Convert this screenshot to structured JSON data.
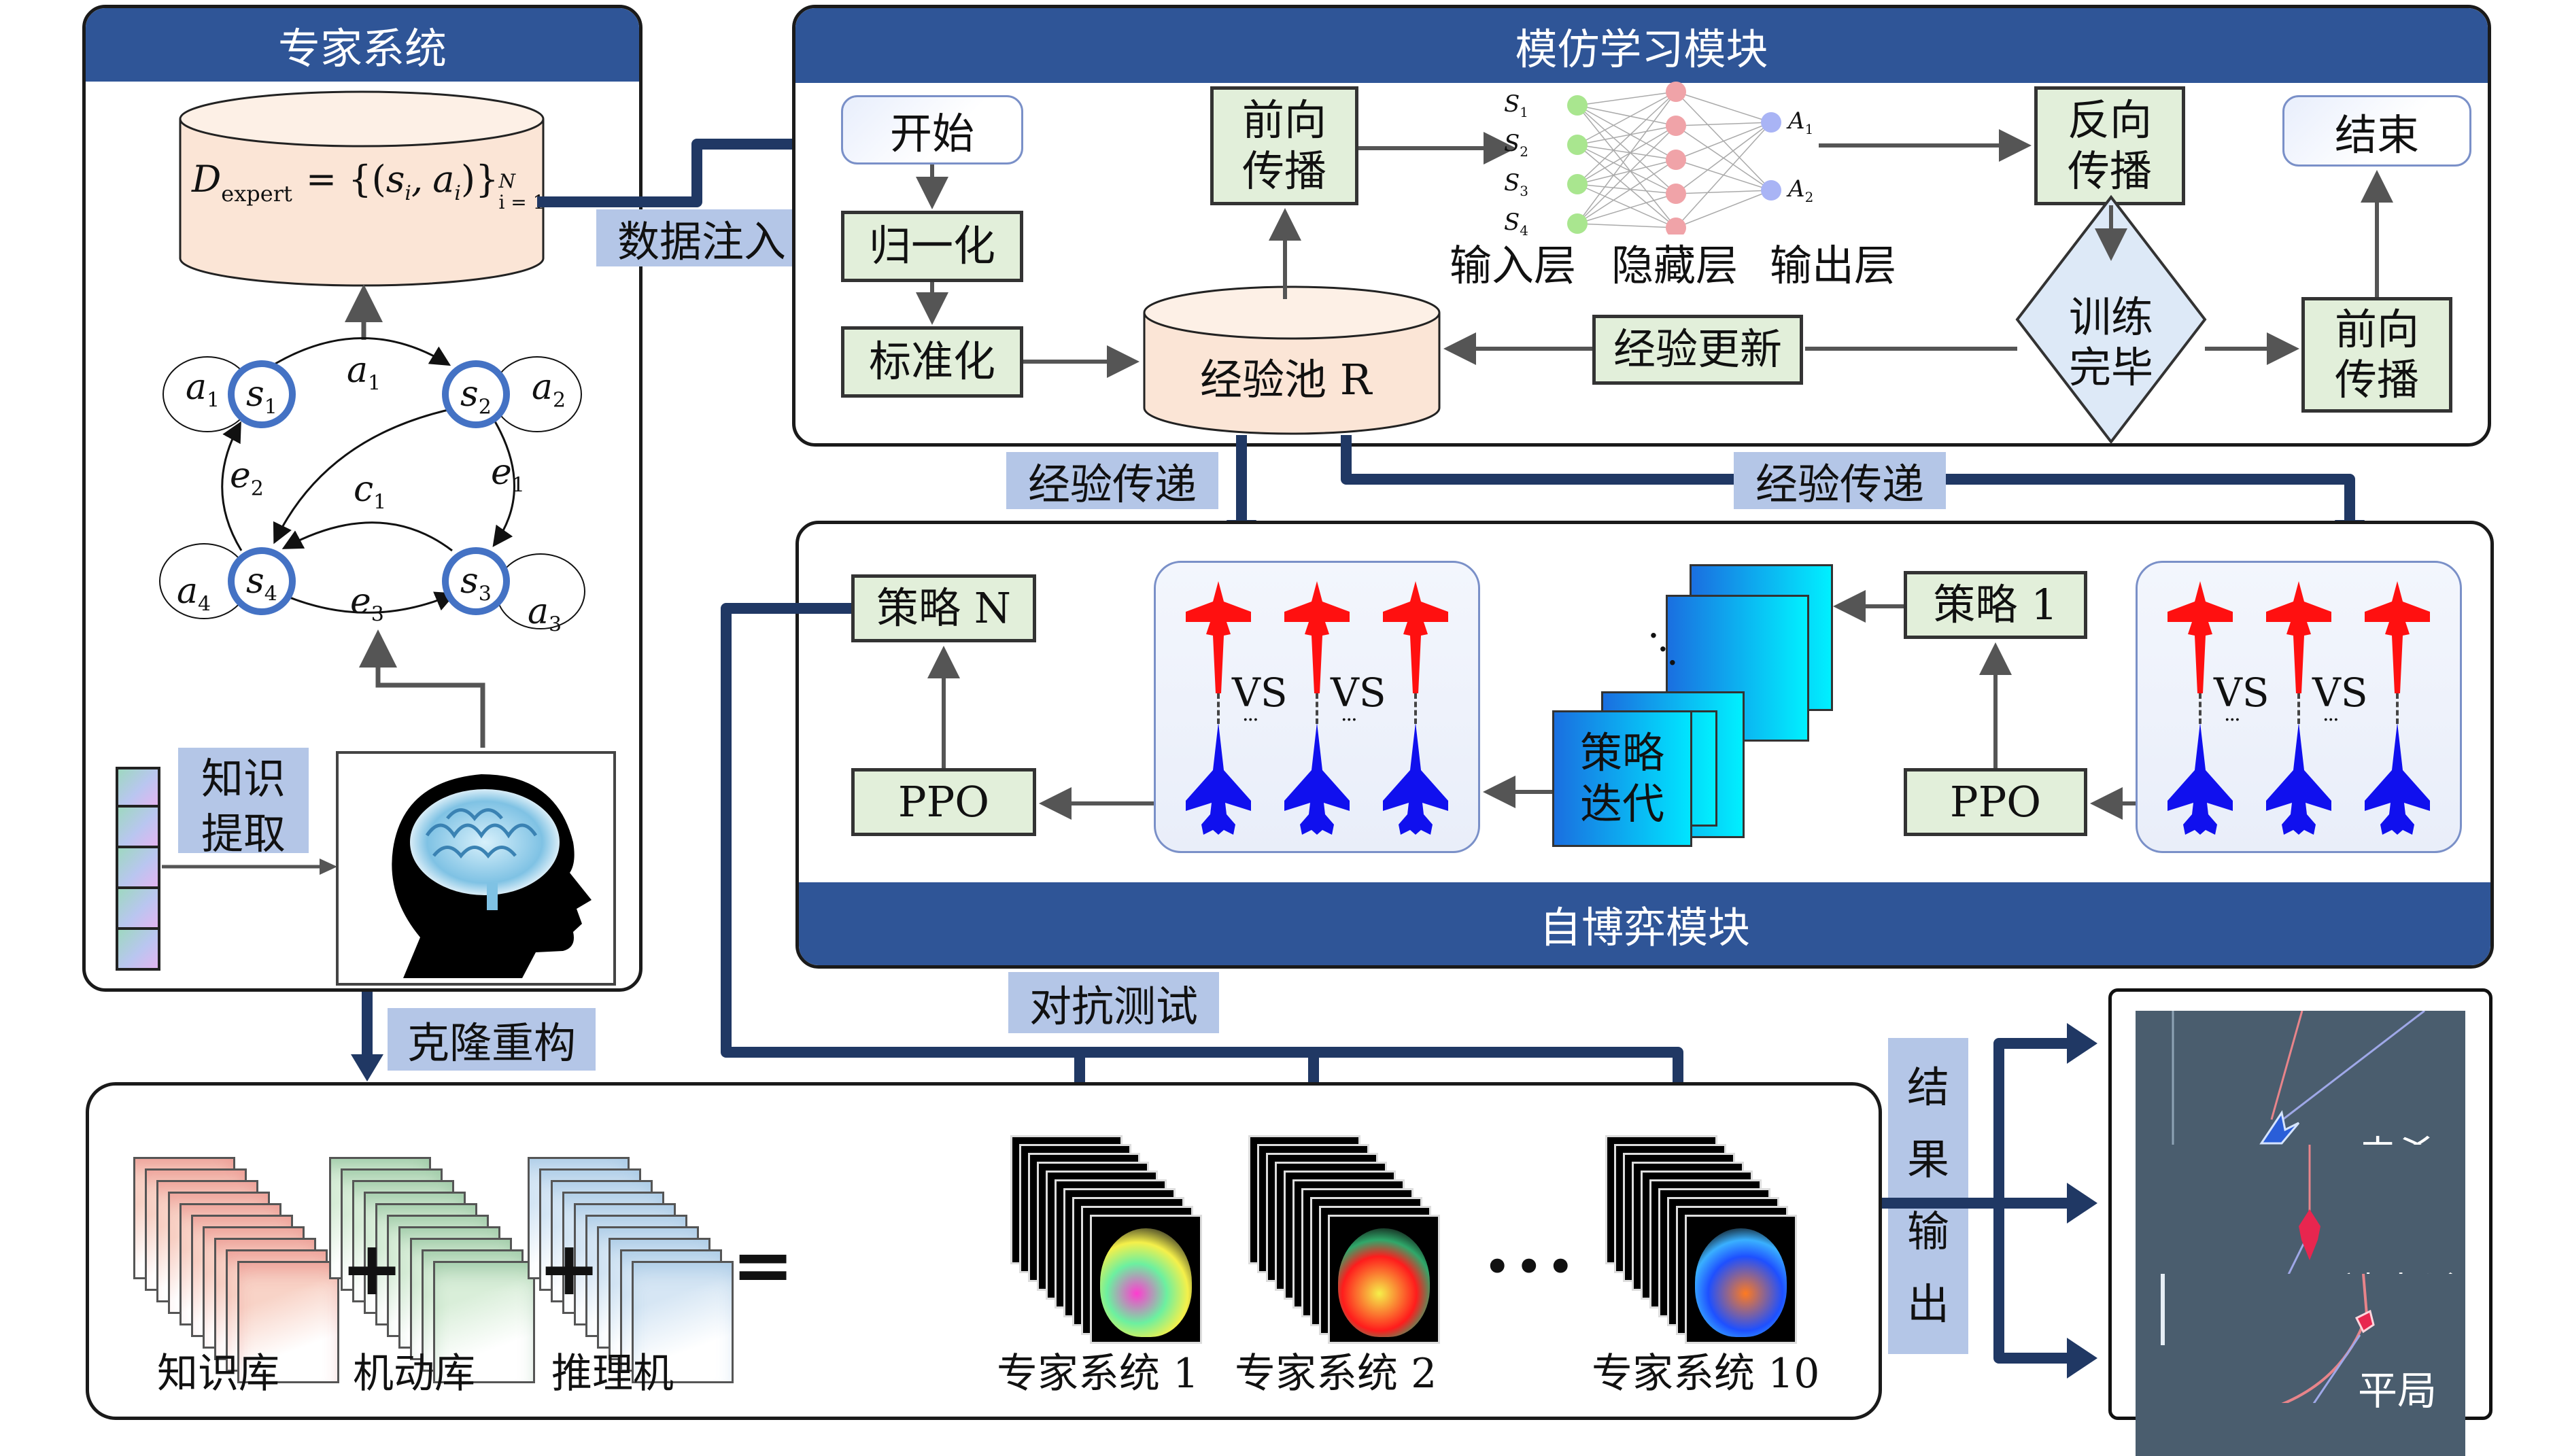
{
  "expert_system": {
    "title": "专家系统",
    "dataset_formula": "D_expert = {(s_i, a_i)}_{i=1}^N",
    "formula_parts": {
      "D": "D",
      "sub": "expert",
      "eq": "= {(",
      "s": "s",
      "i1": "i",
      "comma": ",",
      "a": "a",
      "i2": "i",
      "close": ")}",
      "sup": "N",
      "range": "i = 1"
    },
    "states": [
      {
        "name": "s",
        "idx": "1",
        "self_loop": {
          "name": "a",
          "idx": "1"
        }
      },
      {
        "name": "s",
        "idx": "2",
        "self_loop": {
          "name": "a",
          "idx": "2"
        }
      },
      {
        "name": "s",
        "idx": "3",
        "self_loop": {
          "name": "a",
          "idx": "3"
        }
      },
      {
        "name": "s",
        "idx": "4",
        "self_loop": {
          "name": "a",
          "idx": "4"
        }
      }
    ],
    "transitions": [
      {
        "from": "s1",
        "to": "s2",
        "name": "a",
        "idx": "1"
      },
      {
        "from": "s2",
        "to": "s3",
        "name": "e",
        "idx": "1"
      },
      {
        "from": "s4",
        "to": "s1",
        "name": "e",
        "idx": "2"
      },
      {
        "from": "s4",
        "to": "s3",
        "name": "e",
        "idx": "3"
      },
      {
        "from": "s3",
        "to": "s4",
        "name": "c",
        "idx": "1"
      },
      {
        "from": "s2",
        "to": "s4",
        "name": "",
        "idx": ""
      }
    ],
    "knowledge_extract_label_line1": "知识",
    "knowledge_extract_label_line2": "提取"
  },
  "connectors": {
    "data_injection": "数据注入",
    "experience_transfer_left": "经验传递",
    "experience_transfer_right": "经验传递",
    "clone_reconstruct": "克隆重构",
    "adversarial_test": "对抗测试",
    "result_output": [
      "结",
      "果",
      "输",
      "出"
    ]
  },
  "imitation_learning": {
    "title": "模仿学习模块",
    "start": "开始",
    "normalize": "归一化",
    "standardize": "标准化",
    "forward_prop_1": [
      "前向",
      "传播"
    ],
    "experience_pool": "经验池 R",
    "back_prop": [
      "反向",
      "传播"
    ],
    "end": "结束",
    "experience_update": "经验更新",
    "training_done": [
      "训练",
      "完毕"
    ],
    "forward_prop_2": [
      "前向",
      "传播"
    ],
    "network": {
      "inputs": [
        {
          "name": "S",
          "idx": "1"
        },
        {
          "name": "S",
          "idx": "2"
        },
        {
          "name": "S",
          "idx": "3"
        },
        {
          "name": "S",
          "idx": "4"
        }
      ],
      "hidden_count": 5,
      "outputs": [
        {
          "name": "A",
          "idx": "1"
        },
        {
          "name": "A",
          "idx": "2"
        }
      ],
      "layer_labels": [
        "输入层",
        "隐藏层",
        "输出层"
      ],
      "colors": {
        "input": "#a9e68f",
        "hidden": "#f0a3a8",
        "output": "#a9b4f5"
      }
    }
  },
  "self_play": {
    "title": "自博弈模块",
    "policy_n": "策略 N",
    "policy_1": "策略 1",
    "ppo_left": "PPO",
    "ppo_right": "PPO",
    "policy_iteration": [
      "策略",
      "迭代"
    ],
    "versus_label": "VS",
    "ellipsis": "...",
    "colors": {
      "red_team": "#ff1010",
      "blue_team": "#1010ee"
    }
  },
  "expert_construction": {
    "components": [
      {
        "label": "知识库",
        "color": "#d62728"
      },
      {
        "label": "机动库",
        "color": "#1f7a3a"
      },
      {
        "label": "推理机",
        "color": "#4a90c8"
      }
    ],
    "operators": [
      "+",
      "+",
      "="
    ],
    "expert_systems": [
      "专家系统 1",
      "专家系统 2",
      "专家系统 10"
    ],
    "ellipsis": "•••"
  },
  "results": {
    "outcomes": [
      "击杀",
      "被击杀",
      "平局"
    ]
  },
  "colors": {
    "header_blue": "#2f5597",
    "arrow_navy": "#203864",
    "tag_blue": "#b4c6e7",
    "box_green": "#e2efda",
    "cylinder_peach": "#fbe5d6",
    "node_blue": "#4472c4"
  }
}
